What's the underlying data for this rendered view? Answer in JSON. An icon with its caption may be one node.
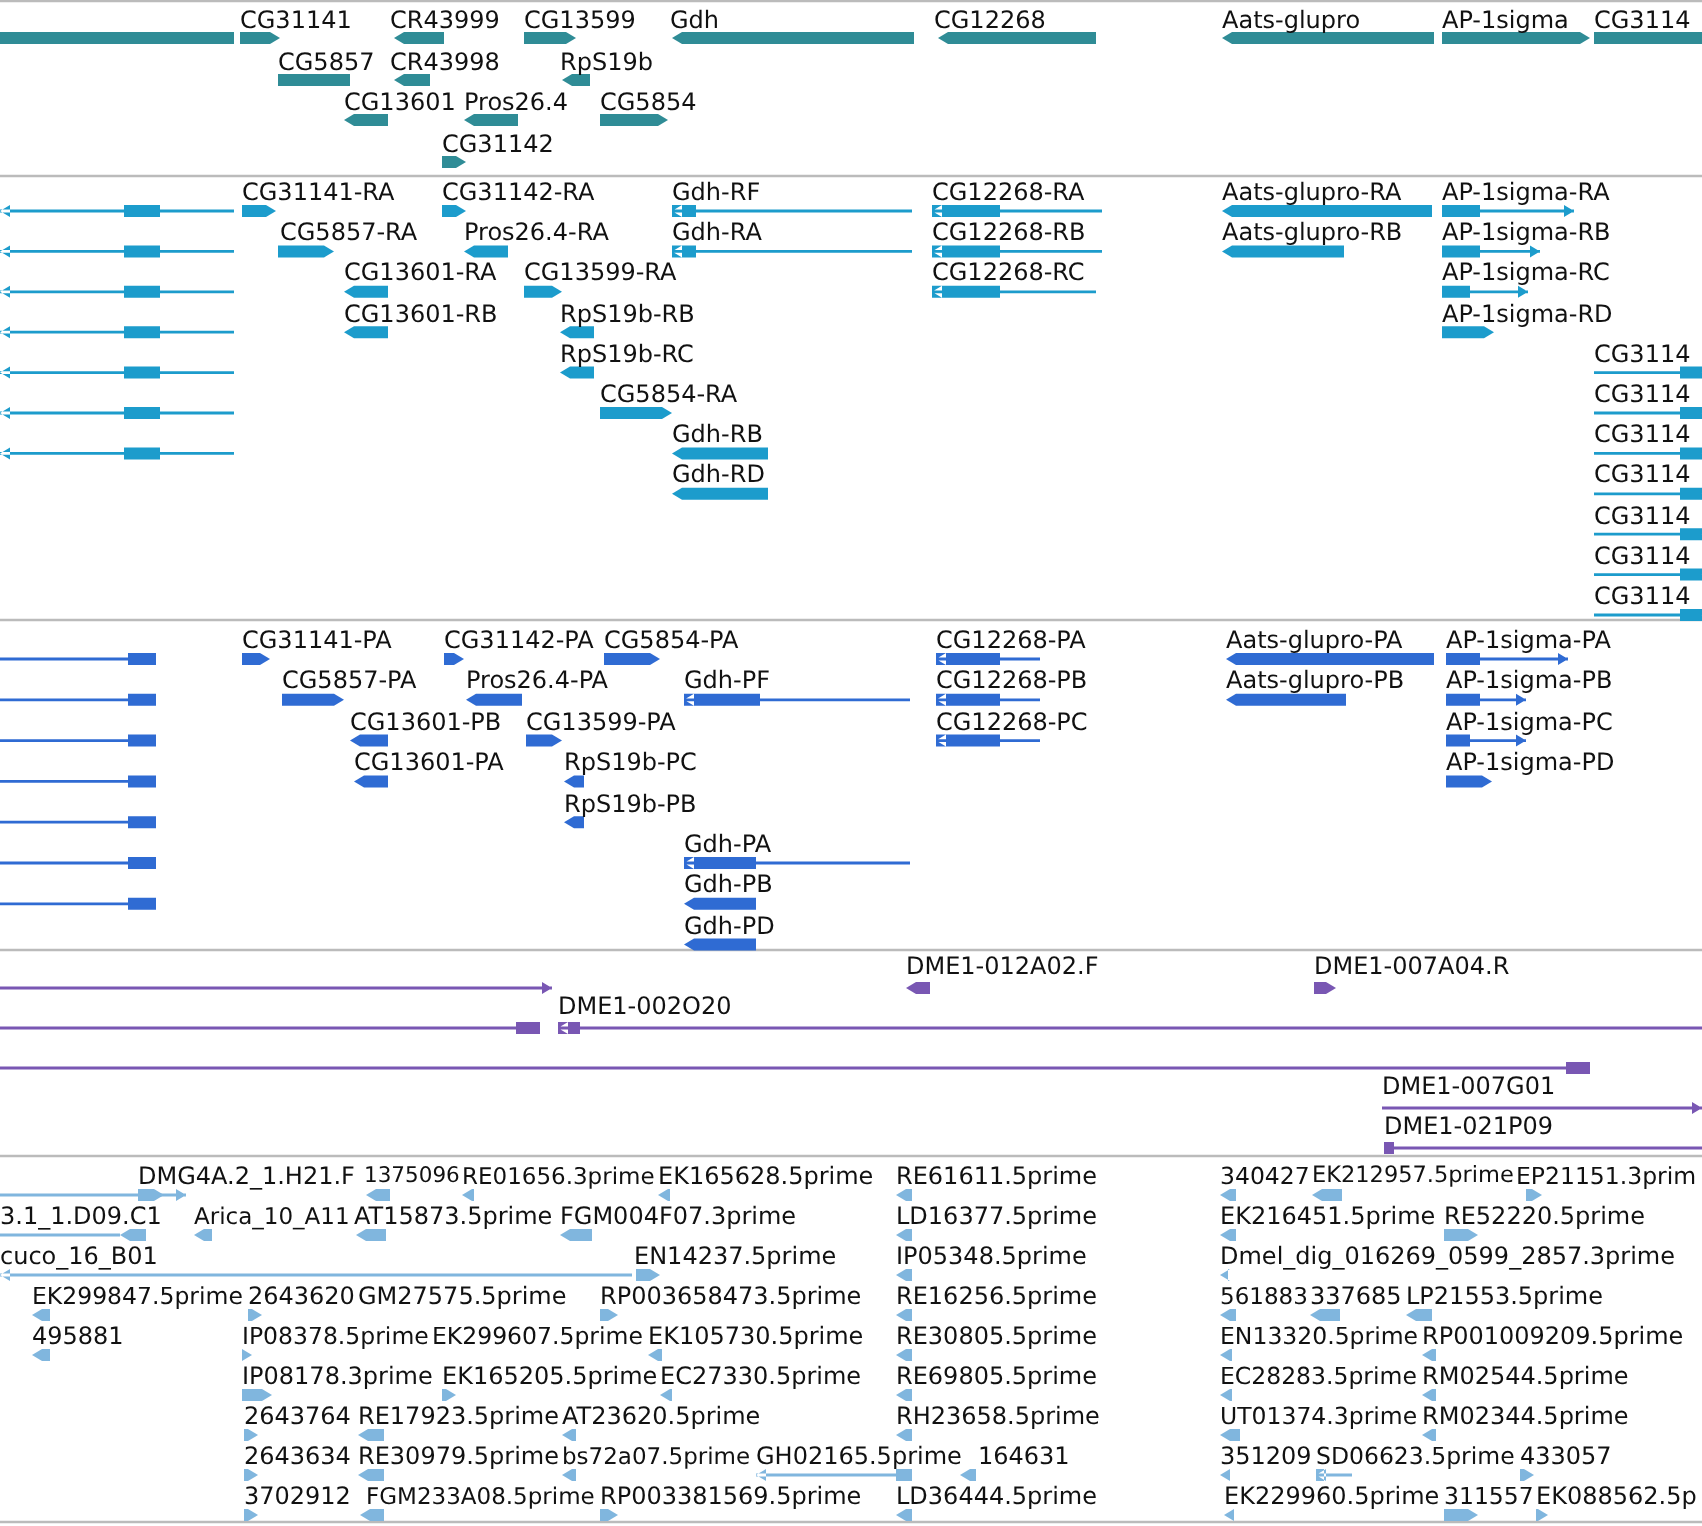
{
  "diagram": {
    "labels": [
      "CG31141",
      "CR43999",
      "CG13599",
      "Gdh",
      "CG12268",
      "Aats-glupro",
      "AP-1sigma",
      "CG3114",
      "CG5857",
      "CR43998",
      "RpS19b",
      "CG13601",
      "Pros26.4",
      "CG5854",
      "CG31142",
      "CG31141-RA",
      "CG31142-RA",
      "Gdh-RF",
      "CG12268-RA",
      "Aats-glupro-RA",
      "AP-1sigma-RA",
      "CG5857-RA",
      "Pros26.4-RA",
      "Gdh-RA",
      "CG12268-RB",
      "Aats-glupro-RB",
      "AP-1sigma-RB",
      "CG13601-RA",
      "CG13599-RA",
      "CG12268-RC",
      "AP-1sigma-RC",
      "CG13601-RB",
      "RpS19b-RB",
      "AP-1sigma-RD",
      "RpS19b-RC",
      "CG3114",
      "CG5854-RA",
      "CG3114",
      "Gdh-RB",
      "CG3114",
      "Gdh-RD",
      "CG3114",
      "CG3114",
      "CG3114",
      "CG3114",
      "CG31141-PA",
      "CG31142-PA",
      "CG5854-PA",
      "CG12268-PA",
      "Aats-glupro-PA",
      "AP-1sigma-PA",
      "CG5857-PA",
      "Pros26.4-PA",
      "Gdh-PF",
      "CG12268-PB",
      "Aats-glupro-PB",
      "AP-1sigma-PB",
      "CG13601-PB",
      "CG13599-PA",
      "CG12268-PC",
      "AP-1sigma-PC",
      "CG13601-PA",
      "RpS19b-PC",
      "AP-1sigma-PD",
      "RpS19b-PB",
      "Gdh-PA",
      "Gdh-PB",
      "Gdh-PD",
      "DME1-012A02.F",
      "DME1-007A04.R",
      "DME1-002O20",
      "DME1-007G01",
      "DME1-021P09",
      "DMG4A.2_1.H21.F",
      "1375096",
      "RE01656.3prime",
      "EK165628.5prime",
      "RE61611.5prime",
      "340427",
      "EK212957.5prime",
      "EP21151.3prim",
      "3.1_1.D09.C1",
      "Arica_10_A11",
      "AT15873.5prime",
      "FGM004F07.3prime",
      "LD16377.5prime",
      "EK216451.5prime",
      "RE52220.5prime",
      "cuco_16_B01",
      "EN14237.5prime",
      "IP05348.5prime",
      "Dmel_dig_016269_0599_2857.3prime",
      "EK299847.5prime",
      "2643620",
      "GM27575.5prime",
      "RP003658473.5prime",
      "RE16256.5prime",
      "561883",
      "337685",
      "LP21553.5prime",
      "495881",
      "IP08378.5prime",
      "EK299607.5prime",
      "EK105730.5prime",
      "RE30805.5prime",
      "EN13320.5prime",
      "RP001009209.5prime",
      "IP08178.3prime",
      "EK165205.5prime",
      "EC27330.5prime",
      "RE69805.5prime",
      "EC28283.5prime",
      "RM02544.5prime",
      "2643764",
      "RE17923.5prime",
      "AT23620.5prime",
      "RH23658.5prime",
      "UT01374.3prime",
      "RM02344.5prime",
      "2643634",
      "RE30979.5prime",
      "bs72a07.5prime",
      "GH02165.5prime",
      "164631",
      "351209",
      "SD06623.5prime",
      "433057",
      "3702912",
      "FGM233A08.5prime",
      "RP003381569.5prime",
      "LD36444.5prime",
      "EK229960.5prime",
      "311557",
      "EK088562.5p"
    ]
  }
}
